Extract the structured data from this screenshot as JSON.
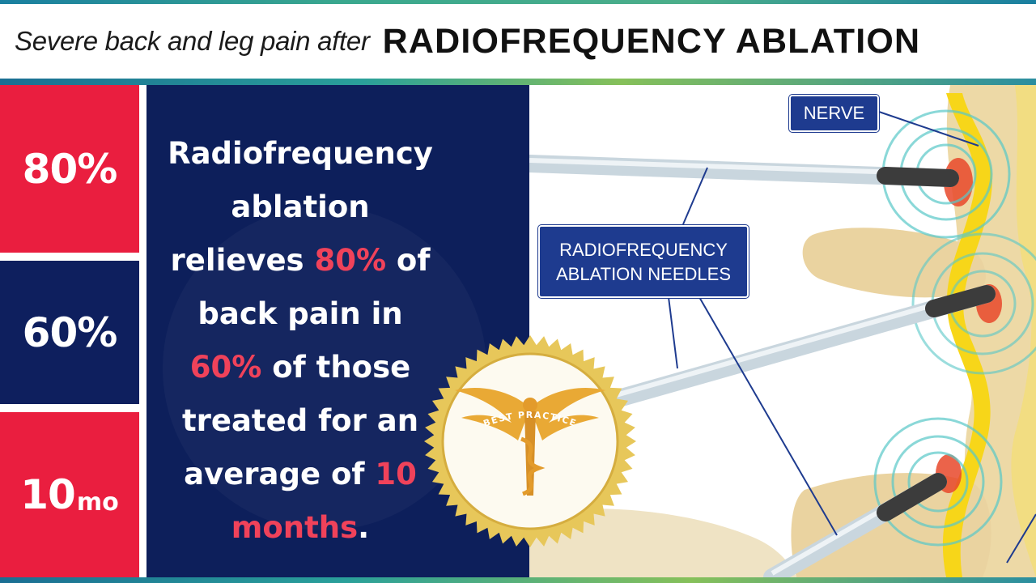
{
  "header": {
    "lead": "Severe back and leg pain after",
    "strong": "RADIOFREQUENCY ABLATION"
  },
  "stats": [
    {
      "value": "80%",
      "unit": ""
    },
    {
      "value": "60%",
      "unit": ""
    },
    {
      "value": "10",
      "unit": "mo"
    }
  ],
  "body": {
    "line1": "Radiofrequency",
    "line2": "ablation",
    "line3_a": "relieves ",
    "line3_hl": "80%",
    "line3_b": " of",
    "line4": "back pain in",
    "line5_hl": "60%",
    "line5_b": " of those",
    "line6": "treated for an",
    "line7_a": "average of ",
    "line7_hl": "10",
    "line8_hl": "months",
    "line8_b": "."
  },
  "labels": {
    "nerve": "NERVE",
    "needles_line1": "RADIOFREQUENCY",
    "needles_line2": "ABLATION NEEDLES"
  },
  "badge": {
    "text": "BEST PRACTICE"
  },
  "colors": {
    "red": "#ea1e3f",
    "navy": "#0e1f5e",
    "highlight": "#f0425a",
    "label_bg": "#1e3b8f",
    "bone": "#edd9a6",
    "nerve_yellow": "#f7d619"
  }
}
